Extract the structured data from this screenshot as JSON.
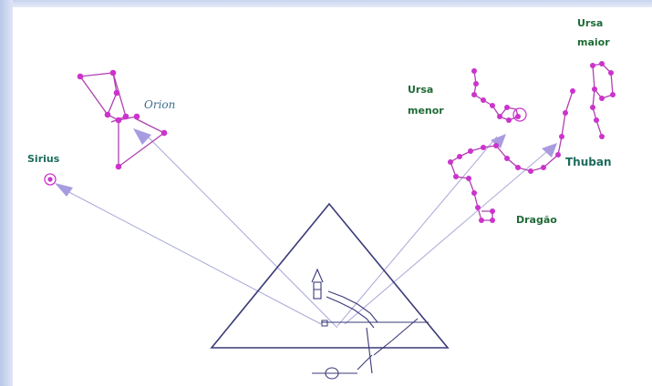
{
  "labels": {
    "orion": "Orion",
    "sirius": "Sirius",
    "ursa_menor_1": "Ursa",
    "ursa_menor_2": "menor",
    "ursa_maior_1": "Ursa",
    "ursa_maior_2": "maior",
    "thuban": "Thuban",
    "dragao": "Dragão"
  },
  "colors": {
    "stars": "#cc33cc",
    "constellation_lines": "#b040b0",
    "sight_lines": "#a8a8d8",
    "arrowheads": "#a89be0",
    "pyramid": "#3a3a78",
    "frame": "#c9d4ef"
  }
}
